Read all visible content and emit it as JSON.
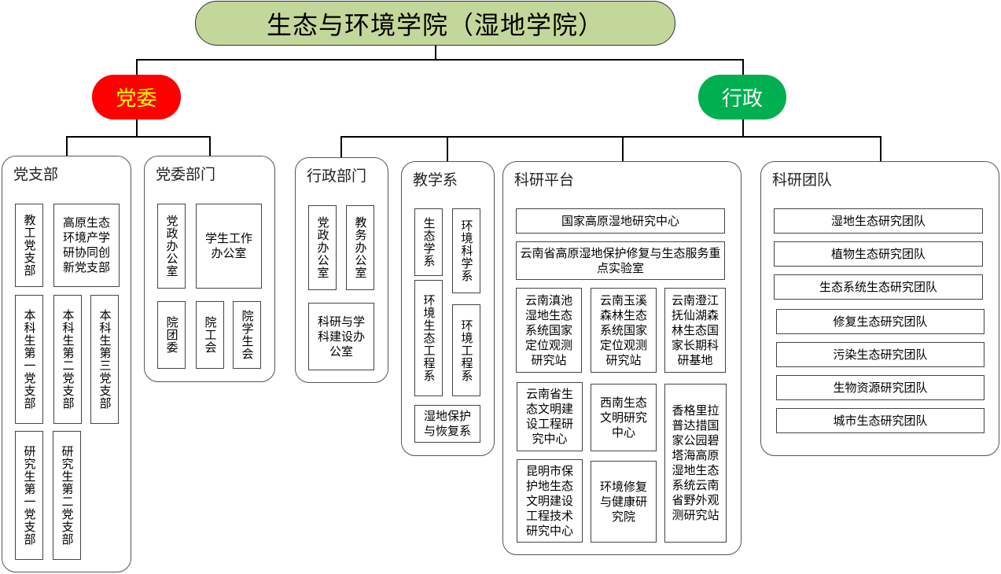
{
  "root": {
    "title": "生态与环境学院（湿地学院）"
  },
  "branches": {
    "party": {
      "label": "党委",
      "color": "#ff0000",
      "text_color": "#ffff00"
    },
    "admin": {
      "label": "行政",
      "color": "#00b050",
      "text_color": "#ffffff"
    }
  },
  "root_color": "#c4d79b",
  "groups": {
    "party_branches": {
      "title": "党支部",
      "items": [
        "教工党支部",
        "高原生态环境产学研协同创新党支部",
        "本科生第一党支部",
        "本科生第二党支部",
        "本科生第三党支部",
        "研究生第一党支部",
        "研究生第二党支部"
      ]
    },
    "party_departments": {
      "title": "党委部门",
      "items": [
        "党政办公室",
        "学生工作办公室",
        "院团委",
        "院工会",
        "院学生会"
      ]
    },
    "admin_departments": {
      "title": "行政部门",
      "items": [
        "党政办公室",
        "教务办公室",
        "科研与学科建设办公室"
      ]
    },
    "teaching": {
      "title": "教学系",
      "items": [
        "生态学系",
        "环境科学系",
        "环境生态工程系",
        "环境工程系",
        "湿地保护与恢复系"
      ]
    },
    "research_platforms": {
      "title": "科研平台",
      "items": [
        "国家高原湿地研究中心",
        "云南省高原湿地保护修复与生态服务重点实验室",
        "云南滇池湿地生态系统国家定位观测研究站",
        "云南玉溪森林生态系统国家定位观测研究站",
        "云南澄江抚仙湖森林生态国家长期科研基地",
        "云南省生态文明建设工程研究中心",
        "西南生态文明研究中心",
        "香格里拉普达措国家公园碧塔海高原湿地生态系统云南省野外观测研究站",
        "昆明市保护地生态文明建设工程技术研究中心",
        "环境修复与健康研究院"
      ]
    },
    "research_teams": {
      "title": "科研团队",
      "items": [
        "湿地生态研究团队",
        "植物生态研究团队",
        "生态系统生态研究团队",
        "修复生态研究团队",
        "污染生态研究团队",
        "生物资源研究团队",
        "城市生态研究团队"
      ]
    }
  }
}
